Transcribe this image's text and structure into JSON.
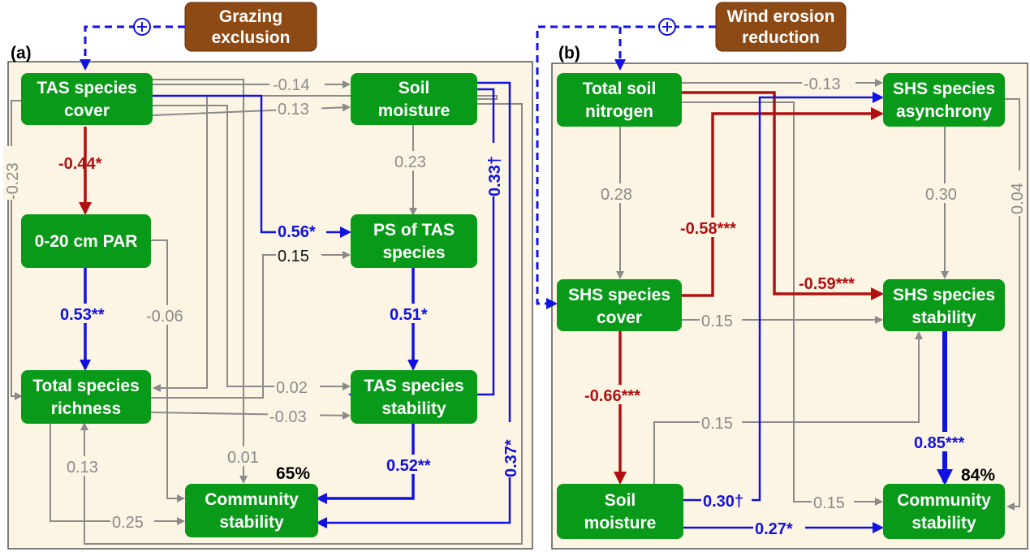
{
  "panel_a": {
    "label": "(a)",
    "driver": [
      "Grazing",
      "exclusion"
    ],
    "plus": "⊕",
    "nodes": {
      "tas_cover": [
        "TAS species",
        "cover"
      ],
      "soil_moisture": [
        "Soil",
        "moisture"
      ],
      "par": [
        "0-20 cm PAR"
      ],
      "ps_tas": [
        "PS of TAS",
        "species"
      ],
      "richness": [
        "Total species",
        "richness"
      ],
      "tas_stability": [
        "TAS species",
        "stability"
      ],
      "community": [
        "Community",
        "stability"
      ]
    },
    "r2": "65%",
    "paths": {
      "cover_moisture": "-0.14",
      "cover_moisture2": "0.13",
      "cover_par": "-0.44*",
      "cover_richness": "-0.23",
      "moisture_ps": "0.23",
      "moisture_stability": "0.33†",
      "cover_ps": "0.56*",
      "ps_from_richness": "0.15",
      "par_richness": "0.53**",
      "par_community": "-0.06",
      "ps_stability": "0.51*",
      "to_stability": "0.02",
      "richness_stability": "-0.03",
      "stability_community": "0.52**",
      "moisture_community": "0.37*",
      "cover_community": "0.01",
      "community_richness": "0.13",
      "richness_community": "0.25"
    }
  },
  "panel_b": {
    "label": "(b)",
    "driver": [
      "Wind erosion",
      "reduction"
    ],
    "plus": "⊕",
    "nodes": {
      "nitrogen": [
        "Total soil",
        "nitrogen"
      ],
      "async": [
        "SHS species",
        "asynchrony"
      ],
      "shs_cover": [
        "SHS species",
        "cover"
      ],
      "shs_stability": [
        "SHS species",
        "stability"
      ],
      "soil_moisture": [
        "Soil",
        "moisture"
      ],
      "community": [
        "Community",
        "stability"
      ]
    },
    "r2": "84%",
    "paths": {
      "nitrogen_async": "-0.13",
      "nitrogen_cover": "0.28",
      "cover_async": "-0.58***",
      "nitrogen_stability": "-0.59***",
      "async_stability": "0.30",
      "async_community": "0.04",
      "cover_stability": "0.15",
      "cover_moisture": "-0.66***",
      "moisture_stability": "0.15",
      "stability_community": "0.85***",
      "moisture_async": "0.30†",
      "nitrogen_community": "0.15",
      "moisture_community": "0.27*"
    }
  }
}
